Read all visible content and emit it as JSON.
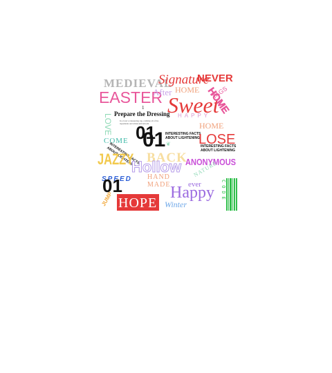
{
  "collage": {
    "medieval": "MEDIEVAL",
    "signature": "Signature",
    "never": "NEVER",
    "easter": "EASTER",
    "home_top": "HOME",
    "after": "After",
    "sweet": "Sweet",
    "home_diag": "HOME",
    "tags": "TAGS",
    "happy_small": "HAPPY",
    "prepare_number": "1",
    "prepare_title": "Prepare the Dressing",
    "prepare_text": "In a bowl or measuring cup, combine all of the ingredients and whisk until smooth.",
    "love_vertical": "LOVE",
    "num_small": "01",
    "num_large": "01",
    "facts_1_line1": "INTERESTING FACTS",
    "facts_1_line2": "ABOUT LIGHTENING",
    "home_right": "HOME",
    "lose": "LOSE",
    "facts_2_line1": "INTERESTING FACTS",
    "facts_2_line2": "ABOUT LIGHTENING",
    "come": "COME",
    "facts_3_line1": "INTERESTING FACTS",
    "facts_3_line2": "ABOUT LIGHTENING",
    "jazzy": "JAZZY",
    "back": "BACK",
    "hollow": "Hollow",
    "anonymous": "ANONYMOUS",
    "hand": "HAND",
    "made": "MADE",
    "speed": "SPEED",
    "num_bottom": "01",
    "jump": "JUMP",
    "ever": "ever",
    "happy": "Happy",
    "winter": "Winter",
    "nature": "NATURE",
    "hope": "HOPE",
    "code": "CODE"
  },
  "colors": {
    "red": "#e53939",
    "pink": "#e8569a",
    "gray": "#b0b0b0",
    "peach": "#f0a07a",
    "yellow": "#f2c94c",
    "purple": "#9b6be0",
    "lavender": "#b49be8",
    "teal": "#3fb9a8",
    "mint": "#8fd9b6",
    "blue": "#2d5fd6",
    "green": "#2fbf4a",
    "black": "#111111"
  }
}
